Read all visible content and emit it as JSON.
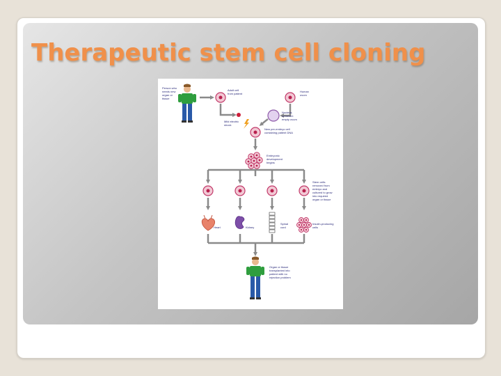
{
  "slide": {
    "title": "Therapeutic stem cell cloning"
  },
  "diagram": {
    "labels": {
      "person_in_need": [
        "Person who",
        "needs new",
        "organ or",
        "tissue"
      ],
      "adult_cell": [
        "Adult cell",
        "from patient"
      ],
      "human_ovum": [
        "Human",
        "ovum"
      ],
      "nucleus_removed": [
        "Nucleus",
        "removed:",
        "empty ovum"
      ],
      "electric_shock": [
        "Mild electric",
        "shock"
      ],
      "pre_embryo": [
        "New pre-embryo cell",
        "containing patient DNA"
      ],
      "embryonic_development": [
        "Embryonic",
        "development",
        "begins"
      ],
      "stem_cells": [
        "Stem cells",
        "removed from",
        "embryo and",
        "cultured to grow",
        "into required",
        "organ or tissue"
      ],
      "heart": [
        "Heart"
      ],
      "kidney": [
        "Kidney"
      ],
      "spinal_cord": [
        "Spinal",
        "cord"
      ],
      "insulin_cells": [
        "Insulin-producing",
        "cells"
      ],
      "transplanted": [
        "Organ or tissue",
        "transplanted into",
        "patient with no",
        "rejection problem"
      ]
    },
    "colors": {
      "cell_fill": "#f2c9d5",
      "cell_border": "#c23a6a",
      "nucleus": "#b8204e",
      "arrow": "#8a8a8a",
      "shirt": "#2f9e3e",
      "pants": "#2a5aa8",
      "skin": "#e9b98f",
      "label": "#2a2a7a"
    },
    "icons": [
      "person-icon",
      "cell-icon",
      "lightning-icon",
      "heart-icon",
      "kidney-icon",
      "spinal-cord-icon"
    ]
  }
}
